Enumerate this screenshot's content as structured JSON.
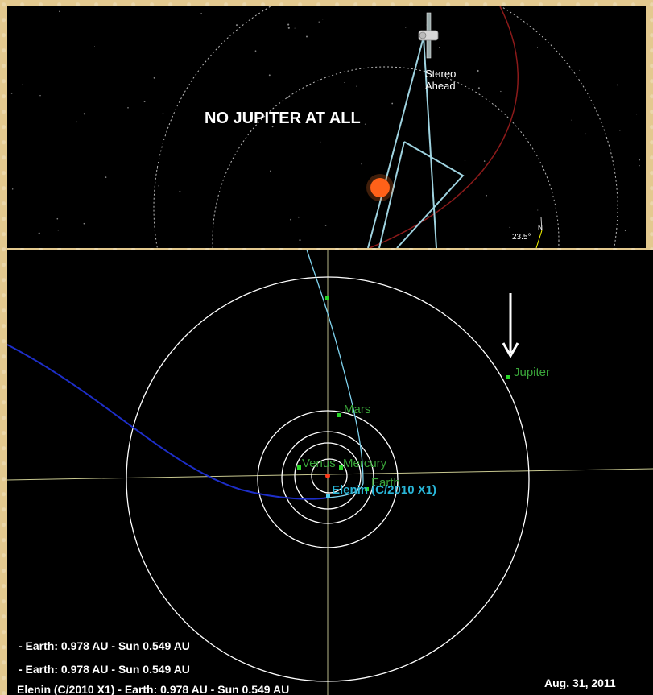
{
  "top_panel": {
    "headline": "NO JUPITER AT ALL",
    "spacecraft_label_line1": "Stereo",
    "spacecraft_label_line2": "Ahead",
    "angle_label": "23.5°",
    "north_label": "N"
  },
  "bottom_panel": {
    "planets": {
      "jupiter": "Jupiter",
      "mars": "Mars",
      "venus": "Venus",
      "mercury": "Mercury",
      "earth": "Earth"
    },
    "comet_label": "Elenin (C/2010 X1)",
    "distance_lines": [
      " - Earth: 0.978 AU  - Sun 0.549 AU",
      " - Earth: 0.978 AU  - Sun 0.549 AU",
      "Elenin (C/2010 X1) - Earth: 0.978 AU  - Sun 0.549 AU"
    ],
    "date": "Aug. 31, 2011"
  }
}
